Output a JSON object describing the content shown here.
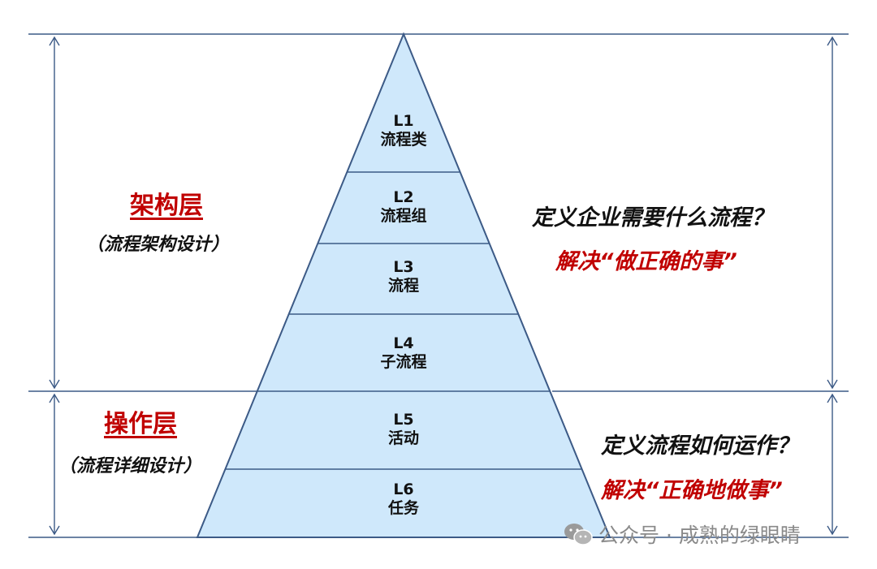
{
  "pyramid": {
    "levels": [
      {
        "code": "L1",
        "name": "流程类"
      },
      {
        "code": "L2",
        "name": "流程组"
      },
      {
        "code": "L3",
        "name": "流程"
      },
      {
        "code": "L4",
        "name": "子流程"
      },
      {
        "code": "L5",
        "name": "活动"
      },
      {
        "code": "L6",
        "name": "任务"
      }
    ],
    "fill_color": "#cfe8fb",
    "line_color": "#3c5a86"
  },
  "architecture": {
    "title": "架构层",
    "subtitle": "（流程架构设计）",
    "question": "定义企业需要什么流程？",
    "answer": "解决“做正确的事”"
  },
  "operation": {
    "title": "操作层",
    "subtitle": "（流程详细设计）",
    "question": "定义流程如何运作？",
    "answer": "解决“正确地做事”"
  },
  "watermark": {
    "text": "公众号 · 成熟的绿眼睛",
    "icon": "wechat-icon"
  },
  "colors": {
    "accent_red": "#c00000",
    "text_dark": "#111111"
  }
}
